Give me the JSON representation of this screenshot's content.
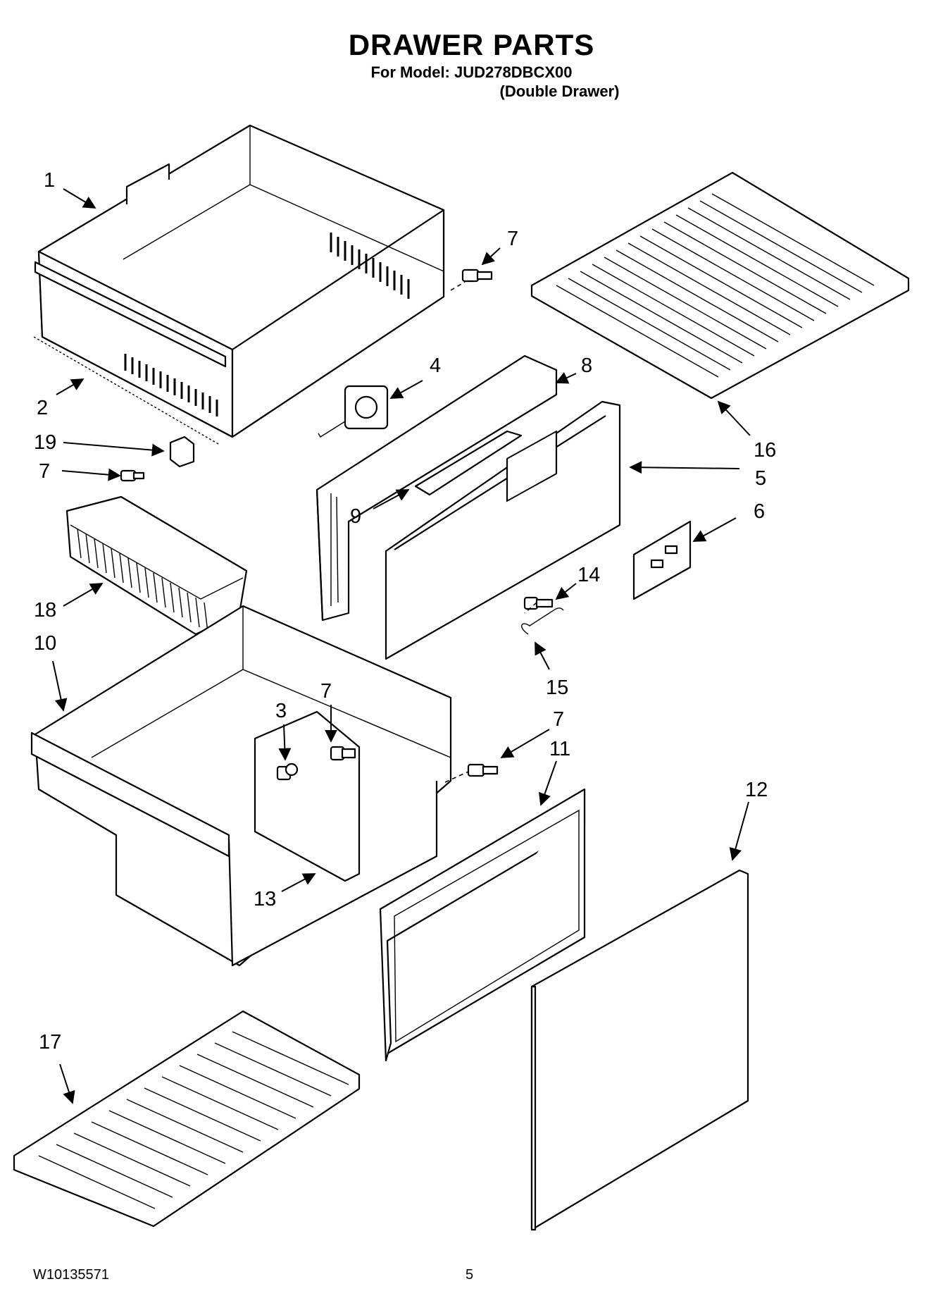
{
  "header": {
    "title": "DRAWER PARTS",
    "model_line": "For Model: JUD278DBCX00",
    "variant_line": "(Double Drawer)"
  },
  "footer": {
    "document_number": "W10135571",
    "page_number": "5"
  },
  "callouts": [
    "1",
    "2",
    "3",
    "4",
    "5",
    "6",
    "7",
    "7",
    "7",
    "7",
    "8",
    "9",
    "10",
    "11",
    "12",
    "13",
    "14",
    "15",
    "16",
    "17",
    "18",
    "19"
  ]
}
